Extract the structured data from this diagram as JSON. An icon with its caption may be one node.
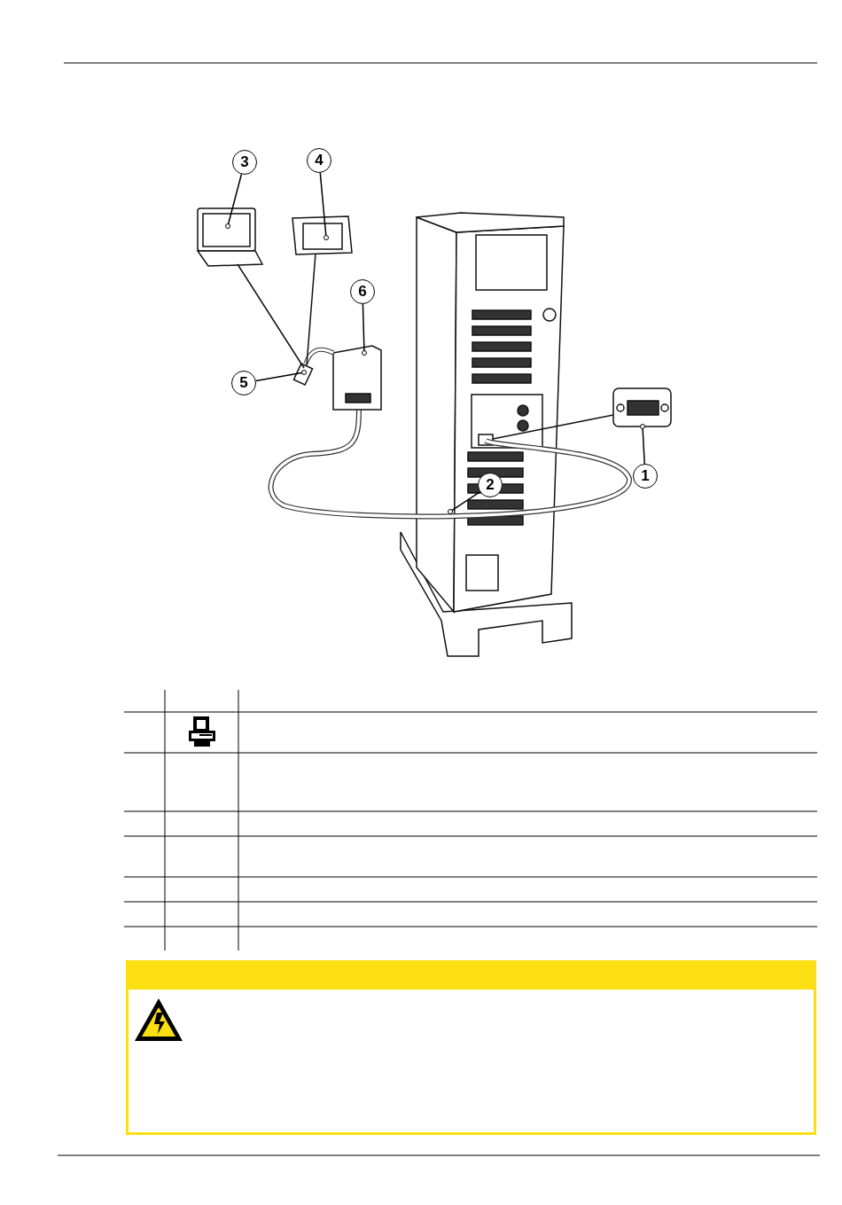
{
  "diagram": {
    "nodes": [
      {
        "text": [
          "3"
        ]
      },
      {
        "text": [
          "4"
        ]
      },
      {
        "text": [
          "6"
        ]
      },
      {
        "text": [
          "5"
        ]
      },
      {
        "text": [
          "1"
        ]
      },
      {
        "text": [
          "2"
        ]
      }
    ],
    "edges": [
      {
        "from": 0,
        "to": null,
        "arrow": "other"
      },
      {
        "from": 1,
        "to": null,
        "arrow": "other"
      },
      {
        "from": 2,
        "to": null,
        "arrow": "other"
      },
      {
        "from": 3,
        "to": null,
        "arrow": "other"
      },
      {
        "from": 4,
        "to": null,
        "arrow": "other"
      },
      {
        "from": 5,
        "to": null,
        "arrow": "other"
      }
    ]
  }
}
